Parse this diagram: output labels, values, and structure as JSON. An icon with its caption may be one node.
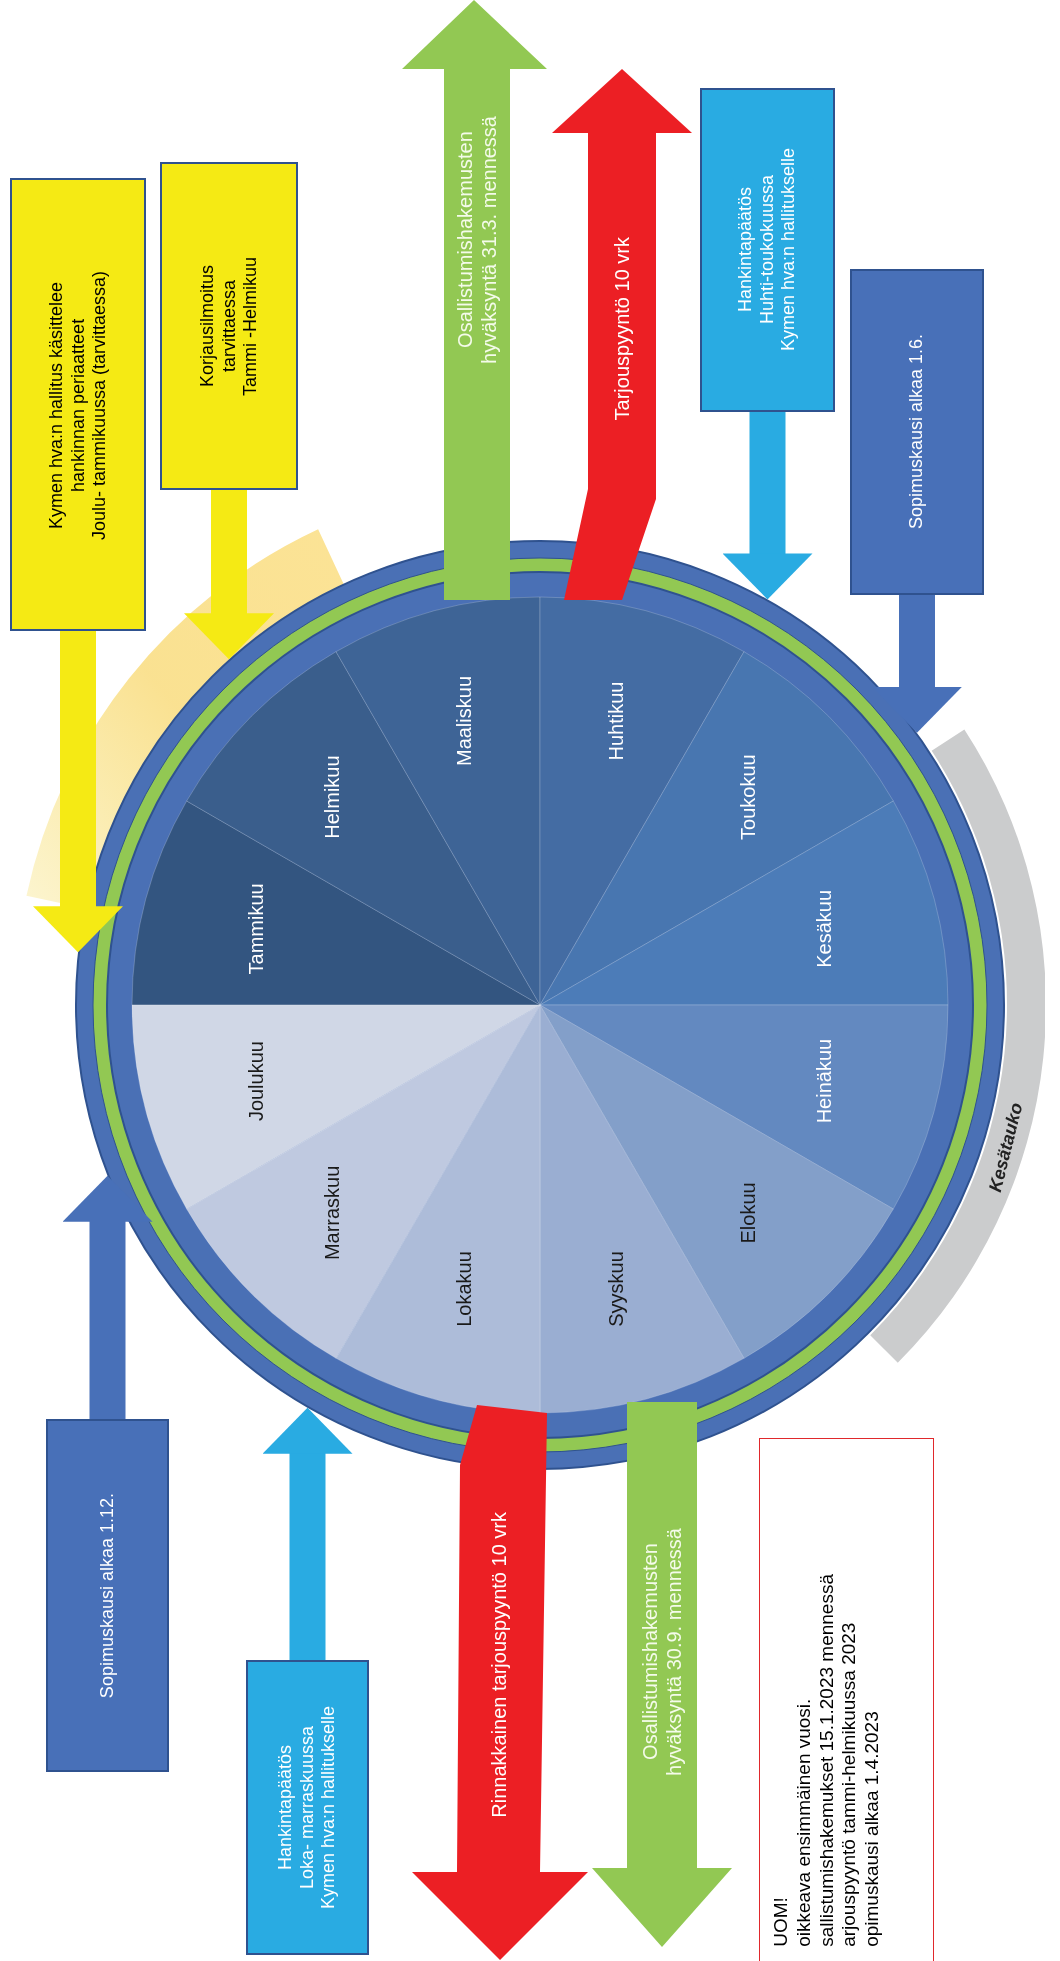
{
  "diagram": {
    "nodes": [
      {
        "text": [
          "Kymen hva:n hallitus käsittelee hankinnan periaatteet",
          "Joulu- tammikuussa (tarvittaessa)"
        ]
      },
      {
        "text": [
          "Korjausilmoitus tarvittaessa",
          "Tammi -Helmikuu"
        ]
      },
      {
        "text": [
          "Osallistumishakemusten",
          "hyväksyntä 31.3. mennessä"
        ]
      },
      {
        "text": [
          "Tarjouspyyntö 10 vrk"
        ]
      },
      {
        "text": [
          "Hankintapäätös",
          "Huhti-toukokuussa",
          "Kymen hva:n hallitukselle"
        ]
      },
      {
        "text": [
          "Sopimuskausi alkaa 1.6."
        ]
      },
      {
        "text": [],
        "shape": "circle"
      },
      {
        "text": [
          "Tammikuu"
        ],
        "in": 6
      },
      {
        "text": [
          "Helmikuu"
        ],
        "in": 6
      },
      {
        "text": [
          "Maaliskuu"
        ],
        "in": 6
      },
      {
        "text": [
          "Huhtikuu"
        ],
        "in": 6
      },
      {
        "text": [
          "Toukokuu"
        ],
        "in": 6
      },
      {
        "text": [
          "Kesäkuu"
        ],
        "in": 6
      },
      {
        "text": [
          "Heinäkuu"
        ],
        "in": 6
      },
      {
        "text": [
          "Elokuu"
        ],
        "in": 6
      },
      {
        "text": [
          "Syyskuu"
        ],
        "in": 6
      },
      {
        "text": [
          "Lokakuu"
        ],
        "in": 6
      },
      {
        "text": [
          "Marraskuu"
        ],
        "in": 6
      },
      {
        "text": [
          "Joulukuu"
        ],
        "in": 6
      },
      {
        "text": [
          "Kesätauko"
        ]
      },
      {
        "text": [
          "Sopimuskausi alkaa 1.12."
        ]
      },
      {
        "text": [
          "Hankintapäätös",
          "Loka- marraskuussa",
          "Kymen hva:n hallitukselle"
        ]
      },
      {
        "text": [
          "Rinnakkainen tarjouspyyntö 10 vrk"
        ]
      },
      {
        "text": [
          "Osallistumishakemusten",
          "hyväksyntä 30.9. mennessä"
        ]
      },
      {
        "text": [
          "UOM!",
          "oikkeava ensimmäinen vuosi.",
          "sallistumishakemukset 15.1.2023 mennessä",
          "arjouspyyntö tammi-helmikuussa 2023",
          "opimuskausi alkaa 1.4.2023"
        ]
      }
    ],
    "edges": [
      {
        "from": 0,
        "to": 6,
        "arrow": "to",
        "color": "#f5ea14"
      },
      {
        "from": 1,
        "to": 6,
        "arrow": "to",
        "color": "#f5ea14"
      },
      {
        "from": 4,
        "to": 6,
        "arrow": "to",
        "color": "#29abe2"
      },
      {
        "from": 5,
        "to": 6,
        "arrow": "to",
        "color": "#4870b8"
      },
      {
        "from": 20,
        "to": 6,
        "arrow": "to",
        "color": "#4870b8"
      },
      {
        "from": 21,
        "to": 6,
        "arrow": "to",
        "color": "#29abe2"
      }
    ]
  }
}
